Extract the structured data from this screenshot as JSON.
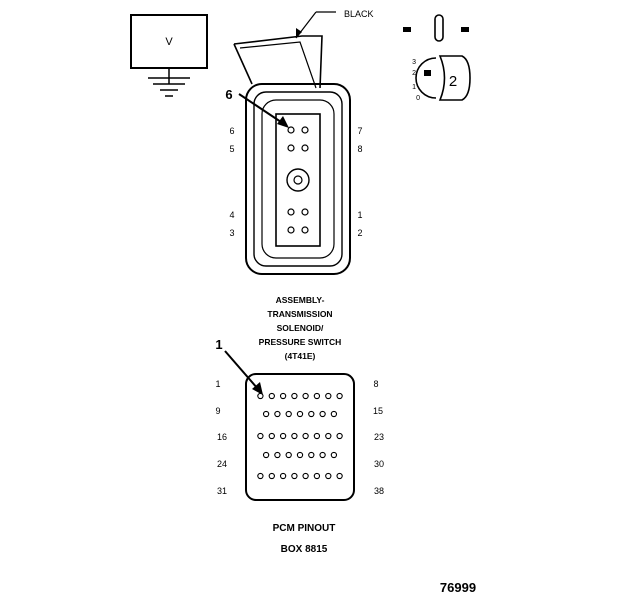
{
  "wire_color_label": "BLACK",
  "meter_label": "V",
  "meter_callout": "2",
  "rotary_scale": [
    "3",
    "2",
    "1",
    "0"
  ],
  "connector_callout": "6",
  "solenoid_pins": {
    "left": [
      "6",
      "5",
      "4",
      "3"
    ],
    "right": [
      "7",
      "8",
      "1",
      "2"
    ]
  },
  "component_title": [
    "ASSEMBLY-",
    "TRANSMISSION",
    "SOLENOID/",
    "PRESSURE SWITCH",
    "(4T41E)"
  ],
  "pcm_callout": "1",
  "pcm_rows": [
    {
      "left": "1",
      "right": "8"
    },
    {
      "left": "9",
      "right": "15"
    },
    {
      "left": "16",
      "right": "23"
    },
    {
      "left": "24",
      "right": "30"
    },
    {
      "left": "31",
      "right": "38"
    }
  ],
  "pcm_title": [
    "PCM PINOUT",
    "BOX 8815"
  ],
  "figure_number": "76999",
  "colors": {
    "line": "#000000",
    "background": "#ffffff"
  }
}
